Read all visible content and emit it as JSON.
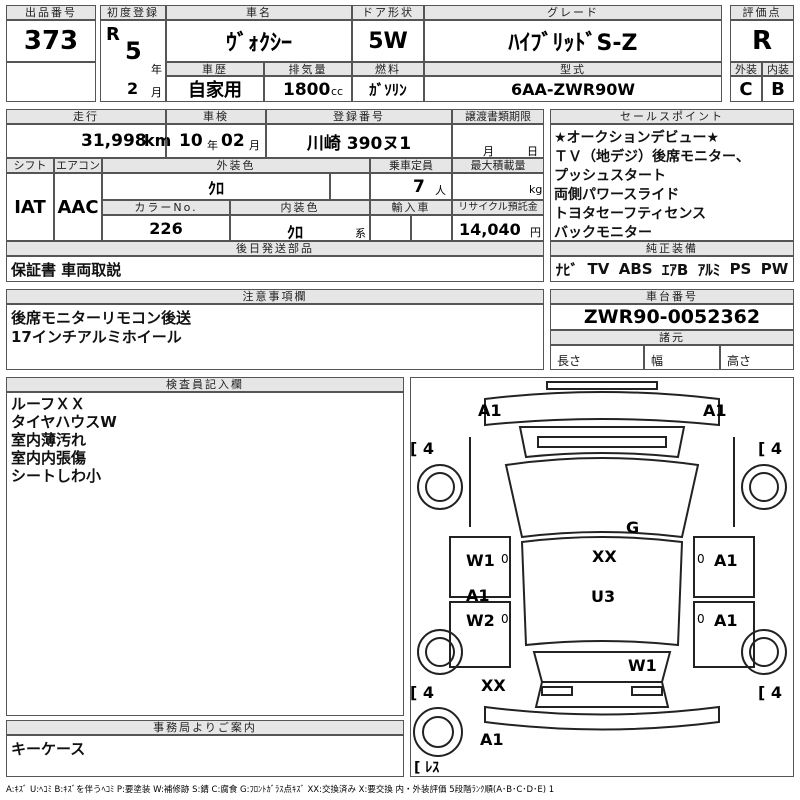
{
  "header": {
    "lot_label": "出品番号",
    "lot": "373",
    "first_reg_label": "初度登録",
    "era": "R",
    "reg_year": "5",
    "year_unit": "年",
    "reg_month": "2",
    "month_unit": "月",
    "name_label": "車名",
    "name": "ｳﾞｫｸｼｰ",
    "door_label": "ドア形状",
    "door": "5W",
    "grade_label": "グレード",
    "grade": "ﾊｲﾌﾞﾘｯﾄﾞS-Z",
    "score_label": "評価点",
    "score": "R",
    "history_label": "車歴",
    "history": "自家用",
    "displacement_label": "排気量",
    "displacement": "1800",
    "cc_unit": "cc",
    "fuel_label": "燃料",
    "fuel": "ｶﾞｿﾘﾝ",
    "model_label": "型式",
    "model": "6AA-ZWR90W",
    "ext_grade_label": "外装",
    "ext_grade": "C",
    "int_grade_label": "内装",
    "int_grade": "B"
  },
  "row2": {
    "mileage_label": "走行",
    "mileage": "31,998",
    "km_unit": "km",
    "inspection_label": "車検",
    "insp_year": "10",
    "insp_year_unit": "年",
    "insp_month": "02",
    "insp_month_unit": "月",
    "plate_label": "登録番号",
    "plate": "川崎 390ヌ1",
    "transfer_label": "譲渡書類期限",
    "transfer_month_unit": "月",
    "transfer_day_unit": "日",
    "shift_label": "シフト",
    "shift": "IAT",
    "ac_label": "エアコン",
    "ac": "AAC",
    "ext_color_label": "外装色",
    "ext_color": "ｸﾛ",
    "capacity_label": "乗車定員",
    "capacity": "7",
    "capacity_unit": "人",
    "load_label": "最大積載量",
    "load_unit": "kg",
    "color_no_label": "カラーNo.",
    "color_no": "226",
    "int_color_label": "内装色",
    "int_color": "ｸﾛ",
    "int_color_unit": "系",
    "import_label": "輸入車",
    "recycle_label": "リサイクル預託金",
    "recycle": "14,040",
    "recycle_unit": "円"
  },
  "sales_points": {
    "label": "セールスポイント",
    "lines": [
      "★オークションデビュー★",
      "ＴＶ（地デジ）後席モニター、",
      "プッシュスタート",
      "両側パワースライド",
      "トヨタセーフティセンス",
      "バックモニター"
    ]
  },
  "equipment": {
    "label": "純正装備",
    "items": [
      "ﾅﾋﾞ",
      "TV",
      "ABS",
      "ｴｱB",
      "ｱﾙﾐ",
      "PS",
      "PW"
    ]
  },
  "later_parts": {
    "label": "後日発送部品",
    "text": "保証書 車両取説"
  },
  "notes": {
    "label": "注意事項欄",
    "lines": [
      "後席モニターリモコン後送",
      "17インチアルミホイール"
    ]
  },
  "chassis": {
    "label": "車台番号",
    "number": "ZWR90-0052362"
  },
  "dims": {
    "label": "諸元",
    "length": "長さ",
    "width": "幅",
    "height": "高さ"
  },
  "inspector": {
    "label": "検査員記入欄",
    "lines": [
      "ルーフＸＸ",
      "タイヤハウスW",
      "室内薄汚れ",
      "室内内張傷",
      "シートしわ小"
    ]
  },
  "office": {
    "label": "事務局よりご案内",
    "text": "キーケース"
  },
  "diagram": {
    "marks": {
      "front_left": "A1",
      "front_right": "A1",
      "tire_fl": "4",
      "tire_fr": "4",
      "tire_rl": "4",
      "tire_rr": "4",
      "glass": "G",
      "left_front_door": "W1",
      "left_front_door_hw": "0",
      "right_front_door": "A1",
      "right_front_door_hw": "0",
      "roof_front": "XX",
      "roof": "U3",
      "left_rear_a": "A1",
      "left_rear_w": "W2",
      "left_rear_hw": "0",
      "right_rear": "A1",
      "right_rear_hw": "0",
      "rear_panel": "W1",
      "left_quarter": "XX",
      "rear_bumper": "A1",
      "spare": "ﾚｽ"
    }
  },
  "legend": "A:ｷｽﾞ U:ﾍｺﾐ B:ｷｽﾞを伴うﾍｺﾐ P:要塗装 W:補修跡 S:錆 C:腐食 G:ﾌﾛﾝﾄｶﾞﾗｽ点ｷｽﾞ XX:交換済み X:要交換 内・外装評価 5段階ﾗﾝｸ順(A･B･C･D･E) 1"
}
